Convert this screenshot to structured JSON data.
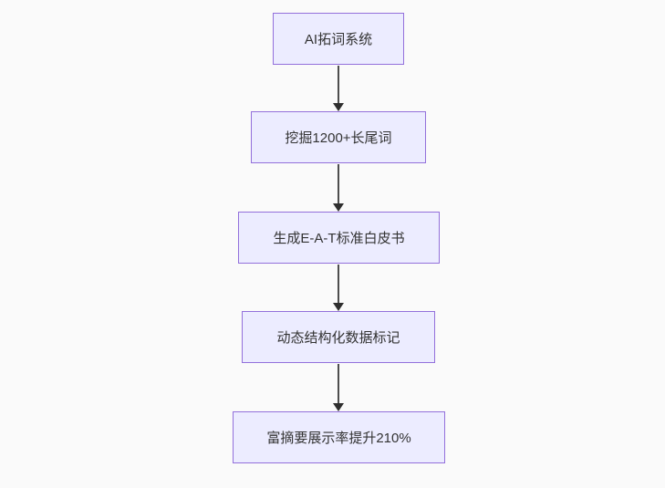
{
  "diagram": {
    "type": "flowchart-vertical",
    "nodes": [
      {
        "label": "AI拓词系统"
      },
      {
        "label": "挖掘1200+长尾词"
      },
      {
        "label": "生成E-A-T标准白皮书"
      },
      {
        "label": "动态结构化数据标记"
      },
      {
        "label": "富摘要展示率提升210%"
      }
    ],
    "edges": [
      {
        "from": "AI拓词系统",
        "to": "挖掘1200+长尾词"
      },
      {
        "from": "挖掘1200+长尾词",
        "to": "生成E-A-T标准白皮书"
      },
      {
        "from": "生成E-A-T标准白皮书",
        "to": "动态结构化数据标记"
      },
      {
        "from": "动态结构化数据标记",
        "to": "富摘要展示率提升210%"
      }
    ]
  },
  "colors": {
    "background": "#fafafa",
    "node_fill": "#ececff",
    "node_border": "#9370db",
    "node_text": "#333333",
    "arrow_line": "#4d4d4d",
    "arrow_head": "#2e2e2e"
  }
}
